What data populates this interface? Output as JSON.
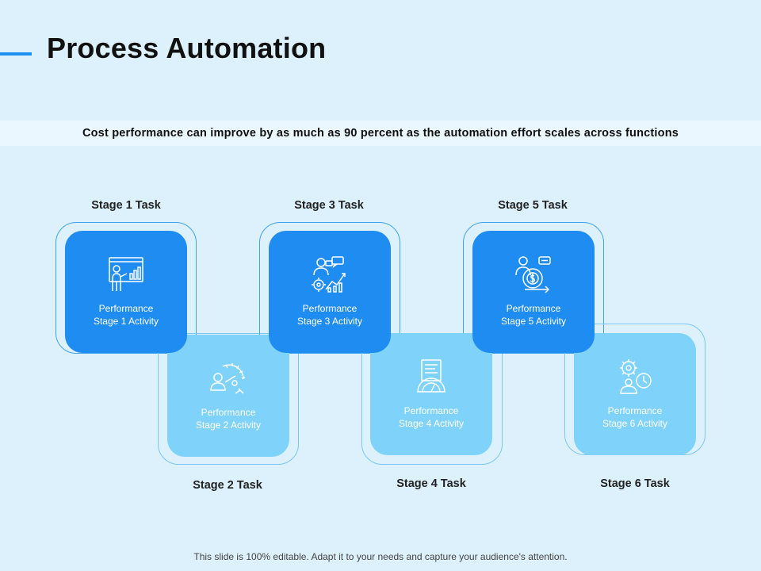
{
  "page": {
    "title": "Process Automation",
    "subtitle": "Cost performance can improve by as much as 90 percent as the automation effort scales across functions",
    "footer": "This slide is 100% editable. Adapt it to your needs and capture your audience's attention."
  },
  "colors": {
    "background": "#DDF1FC",
    "accent": "#1E90F0",
    "card_dark": "#1E8CF0",
    "card_light": "#7FD3FB"
  },
  "stages": [
    {
      "label": "Stage 1 Task",
      "line1": "Performance",
      "line2": "Stage 1 Activity",
      "icon": "presentation-icon"
    },
    {
      "label": "Stage 2 Task",
      "line1": "Performance",
      "line2": "Stage 2 Activity",
      "icon": "speedometer-user-icon"
    },
    {
      "label": "Stage 3 Task",
      "line1": "Performance",
      "line2": "Stage 3 Activity",
      "icon": "team-growth-icon"
    },
    {
      "label": "Stage 4 Task",
      "line1": "Performance",
      "line2": "Stage 4 Activity",
      "icon": "report-gauge-icon"
    },
    {
      "label": "Stage 5 Task",
      "line1": "Performance",
      "line2": "Stage 5 Activity",
      "icon": "user-money-chat-icon"
    },
    {
      "label": "Stage 6 Task",
      "line1": "Performance",
      "line2": "Stage 6 Activity",
      "icon": "user-gear-clock-icon"
    }
  ]
}
